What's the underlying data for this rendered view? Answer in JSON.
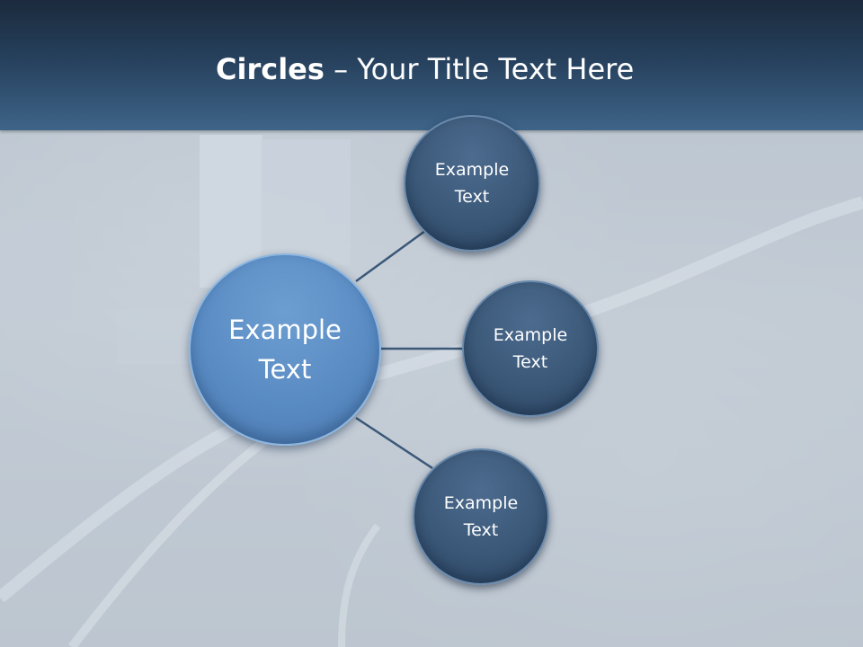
{
  "slide": {
    "title_bold": "Circles",
    "title_rest": " – Your Title Text Here"
  },
  "center_circle": {
    "label": "Example Text"
  },
  "satellites": [
    {
      "label": "Example Text"
    },
    {
      "label": "Example Text"
    },
    {
      "label": "Example Text"
    }
  ],
  "colors": {
    "header": "#26405c",
    "center_fill": "#5a8cc4",
    "satellite_fill": "#3b5878",
    "connector": "#3b5878"
  }
}
